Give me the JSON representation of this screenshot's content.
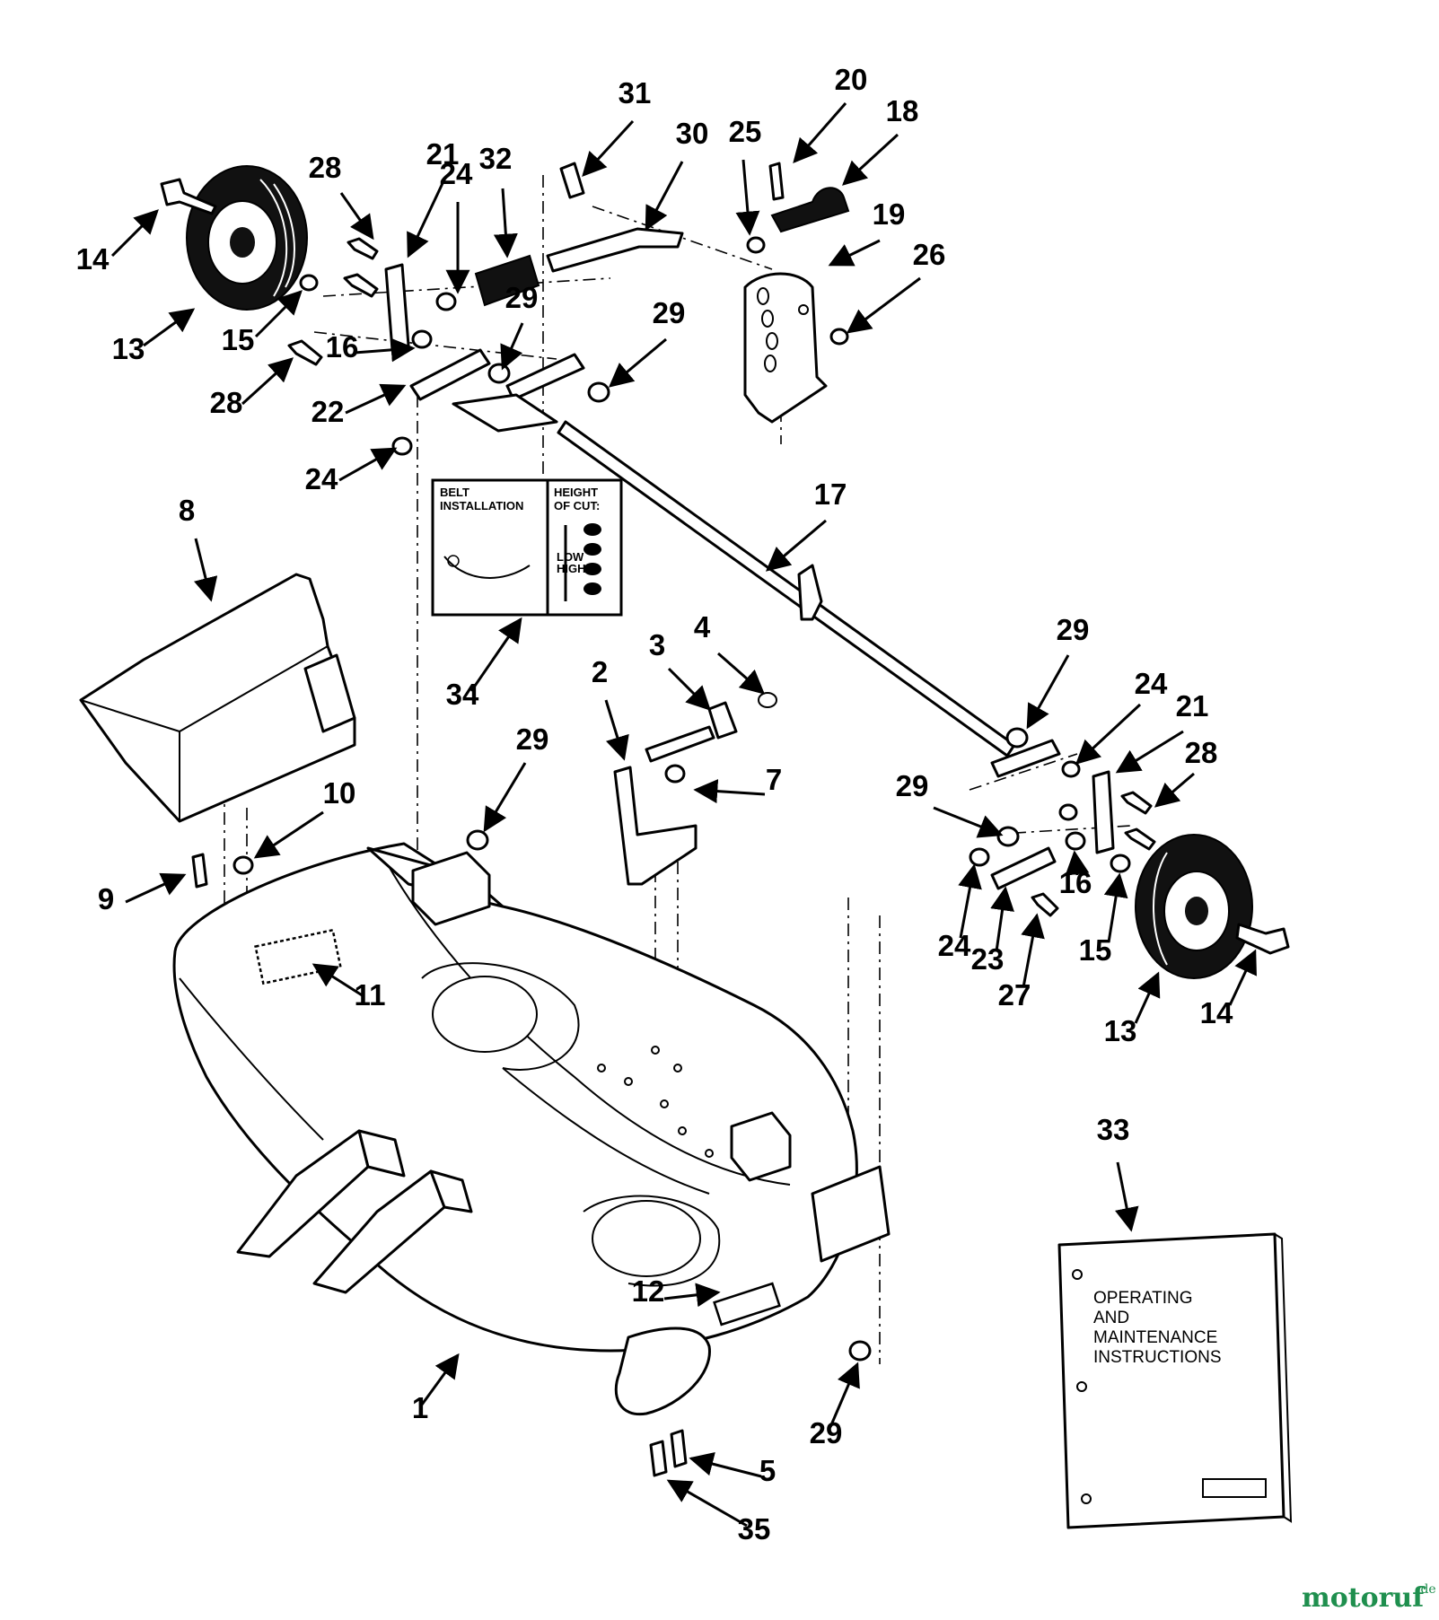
{
  "callouts": [
    "1",
    "2",
    "3",
    "4",
    "5",
    "7",
    "8",
    "9",
    "10",
    "11",
    "12",
    "13",
    "13",
    "14",
    "14",
    "15",
    "15",
    "16",
    "16",
    "17",
    "18",
    "19",
    "20",
    "21",
    "21",
    "22",
    "23",
    "24",
    "24",
    "24",
    "24",
    "25",
    "26",
    "27",
    "28",
    "28",
    "28",
    "29",
    "29",
    "29",
    "29",
    "29",
    "29",
    "30",
    "31",
    "32",
    "33",
    "34",
    "35"
  ],
  "decal": {
    "belt_title_1": "BELT",
    "belt_title_2": "INSTALLATION",
    "height_title_1": "HEIGHT",
    "height_title_2": "OF CUT:",
    "low": "LOW",
    "high": "HIGH"
  },
  "manual": {
    "line1": "OPERATING",
    "line2": "AND",
    "line3": "MAINTENANCE",
    "line4": "INSTRUCTIONS"
  },
  "watermark": {
    "name": "motoruf",
    "suffix": ".de"
  },
  "colors": {
    "ink": "#000000",
    "paper": "#ffffff",
    "watermark": "#1f8f4e"
  }
}
